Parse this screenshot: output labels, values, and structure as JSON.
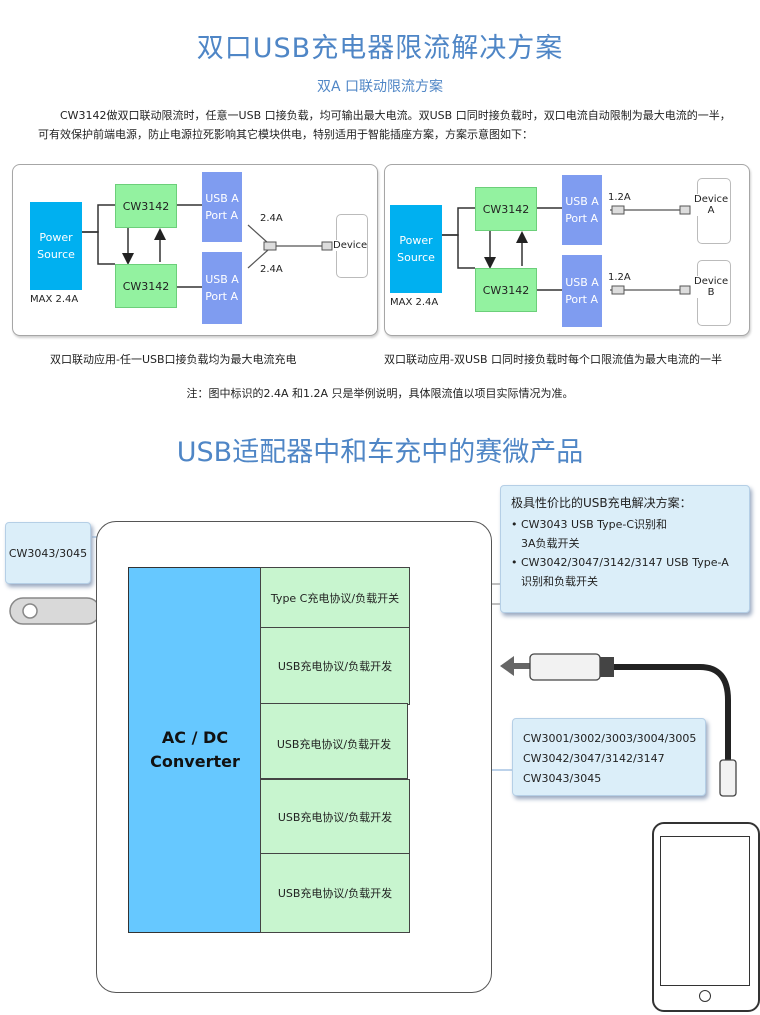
{
  "title": "双口USB充电器限流解决方案",
  "subtitle": "双A 口联动限流方案",
  "intro": "CW3142做双口联动限流时，任意一USB 口接负载，均可输出最大电流。双USB 口同时接负载时，双口电流自动限制为最大电流的一半，可有效保护前端电源，防止电源拉死影响其它模块供电，特别适用于智能插座方案，方案示意图如下：",
  "left_diagram": {
    "power_source": "Power\nSource",
    "max_label": "MAX 2.4A",
    "chip_top": "CW3142",
    "chip_bottom": "CW3142",
    "port_top": "USB A\nPort A",
    "port_bottom": "USB A\nPort A",
    "current_top": "2.4A",
    "current_bottom": "2.4A",
    "device": "Device",
    "caption": "双口联动应用-任一USB口接负载均为最大电流充电"
  },
  "right_diagram": {
    "power_source": "Power\nSource",
    "max_label": "MAX 2.4A",
    "chip_top": "CW3142",
    "chip_bottom": "CW3142",
    "port_top": "USB A\nPort A",
    "port_bottom": "USB A\nPort A",
    "current_top": "1.2A",
    "current_bottom": "1.2A",
    "device_a": "Device\nA",
    "device_b": "Device\nB",
    "caption": "双口联动应用-双USB 口同时接负载时每个口限流值为最大电流的一半"
  },
  "note": "注：图中标识的2.4A 和1.2A 只是举例说明，具体限流值以项目实际情况为准。",
  "section2_title": "USB适配器中和车充中的赛微产品",
  "callout_top": {
    "heading": "极具性价比的USB充电解决方案：",
    "items": [
      "CW3043 USB Type-C识别和\n3A负载开关",
      "CW3042/3047/3142/3147 USB Type-A\n识别和负载开关"
    ]
  },
  "callout_left": "CW3043/3045",
  "callout_right": [
    "CW3001/3002/3003/3004/3005",
    "CW3042/3047/3142/3147",
    "CW3043/3045"
  ],
  "converter": "AC / DC\nConverter",
  "protocols": [
    "Type C充电协议/负载开关",
    "USB充电协议/负载开发",
    "USB充电协议/负载开发",
    "USB充电协议/负载开发",
    "USB充电协议/负载开发"
  ],
  "colors": {
    "title": "#4f86c6",
    "power_source": "#00b0f0",
    "chip": "#93f2a0",
    "port": "#7f9cf0",
    "converter": "#66c8ff",
    "protocol": "#c8f5cf",
    "callout": "#dbeef9"
  }
}
